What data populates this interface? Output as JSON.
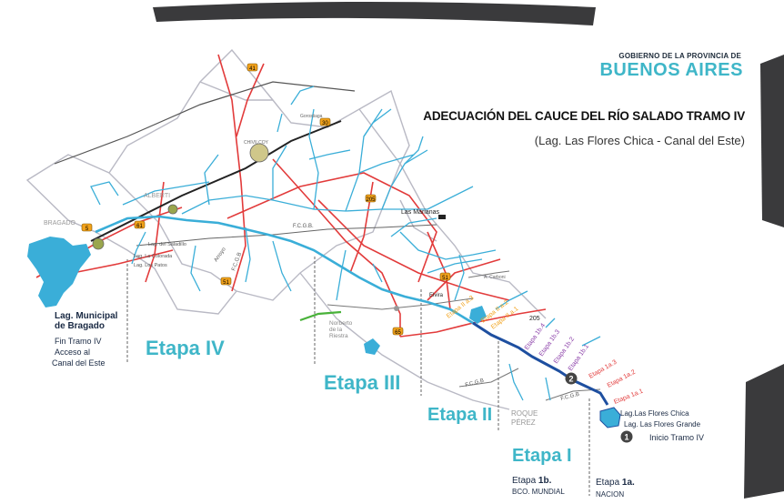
{
  "header": {
    "government_line": "GOBIERNO DE LA PROVINCIA DE",
    "brand": "BUENOS AIRES",
    "title": "ADECUACIÓN DEL CAUCE DEL RÍO SALADO TRAMO IV",
    "subtitle": "(Lag. Las Flores Chica - Canal del Este)"
  },
  "colors": {
    "river": "#3aaed8",
    "river_main": "#1e4fa0",
    "roads": "#e23b3b",
    "stage_teal": "#3fb6c8",
    "sub_red": "#e23b3b",
    "sub_purple": "#8a3ea8",
    "sub_orange": "#f2a21b",
    "district_border": "#b9b9c4"
  },
  "stages": [
    "Etapa IV",
    "Etapa III",
    "Etapa II",
    "Etapa I"
  ],
  "sub_stages": {
    "red": [
      "Etapa 1a.3",
      "Etapa 1a.2",
      "Etapa 1a.1"
    ],
    "purple": [
      "Etapa 1b.4",
      "Etapa 1b.3",
      "Etapa 1b.2",
      "Etapa 1b.1"
    ],
    "orange": [
      "Etapa II a.3",
      "Etapa II a.2",
      "Etapa II a.1"
    ]
  },
  "towns": {
    "bragado": "BRAGADO",
    "alberti": "ALBERTI",
    "chivilcoy": "CHIVILCOY",
    "las_marianas": "Las Marianas",
    "roque_perez": [
      "ROQUE",
      "PÉREZ"
    ],
    "norberto": [
      "Norberto",
      "de la",
      "Riestra"
    ],
    "elvira": "Elvira",
    "a_carboni": "A. Carboni",
    "gorostiaga": "Gorostiaga"
  },
  "lagoons": {
    "bragado_name": [
      "Lag. Municipal",
      "de Bragado"
    ],
    "saladillo": "Lag. del Saladillo",
    "la_colorada": "Lag. La Colorada",
    "los_patos": "Lag. Los Patos",
    "flores_chica": "Lag.Las Flores Chica",
    "flores_grande": "Lag. Las Flores Grande"
  },
  "annotations": {
    "fin_tramo": [
      "Fin Tramo IV",
      "Acceso al",
      "Canal del Este"
    ],
    "inicio_tramo": "Inicio Tramo IV",
    "marker1": "1",
    "marker2": "2",
    "railway": "F.C.G.B.",
    "railway_short": "F.C.G.B",
    "arroyo": "Arroyo"
  },
  "routes": [
    "5",
    "61",
    "41",
    "30",
    "205",
    "51",
    "65",
    "205",
    "5",
    "51",
    "61"
  ],
  "bottom_labels": {
    "etapa_1b_prefix": "Etapa ",
    "etapa_1b_strong": "1b.",
    "etapa_1b_sub": "BCO. MUNDIAL",
    "etapa_1a_prefix": "Etapa ",
    "etapa_1a_strong": "1a.",
    "etapa_1a_sub": "NACION"
  }
}
